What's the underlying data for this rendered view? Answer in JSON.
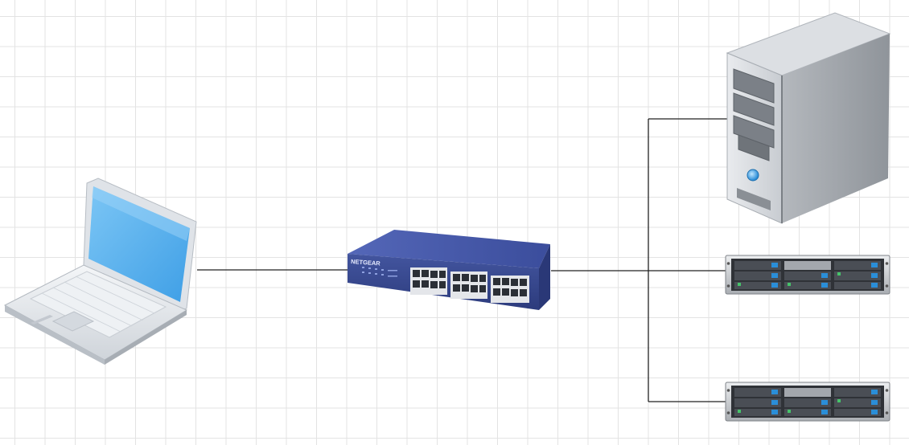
{
  "diagram": {
    "type": "network-topology",
    "grid": true,
    "colors": {
      "connector": "#222222",
      "laptop_screen": "#4aa8ea",
      "laptop_body": "#e6e9ee",
      "switch_body": "#3c4f9a",
      "server_body": "#cfd2d6",
      "rack_body": "#3a3d42",
      "rack_led": "#2a8ed8"
    },
    "nodes": [
      {
        "id": "laptop",
        "icon": "laptop-icon"
      },
      {
        "id": "switch",
        "icon": "network-switch-icon",
        "brand_text": "NETGEAR"
      },
      {
        "id": "tower-server",
        "icon": "tower-server-icon"
      },
      {
        "id": "rack-server-1",
        "icon": "rack-server-icon"
      },
      {
        "id": "rack-server-2",
        "icon": "rack-server-icon"
      }
    ],
    "edges": [
      {
        "from": "laptop",
        "to": "switch"
      },
      {
        "from": "switch",
        "to": "tower-server"
      },
      {
        "from": "switch",
        "to": "rack-server-1"
      },
      {
        "from": "switch",
        "to": "rack-server-2"
      }
    ]
  }
}
